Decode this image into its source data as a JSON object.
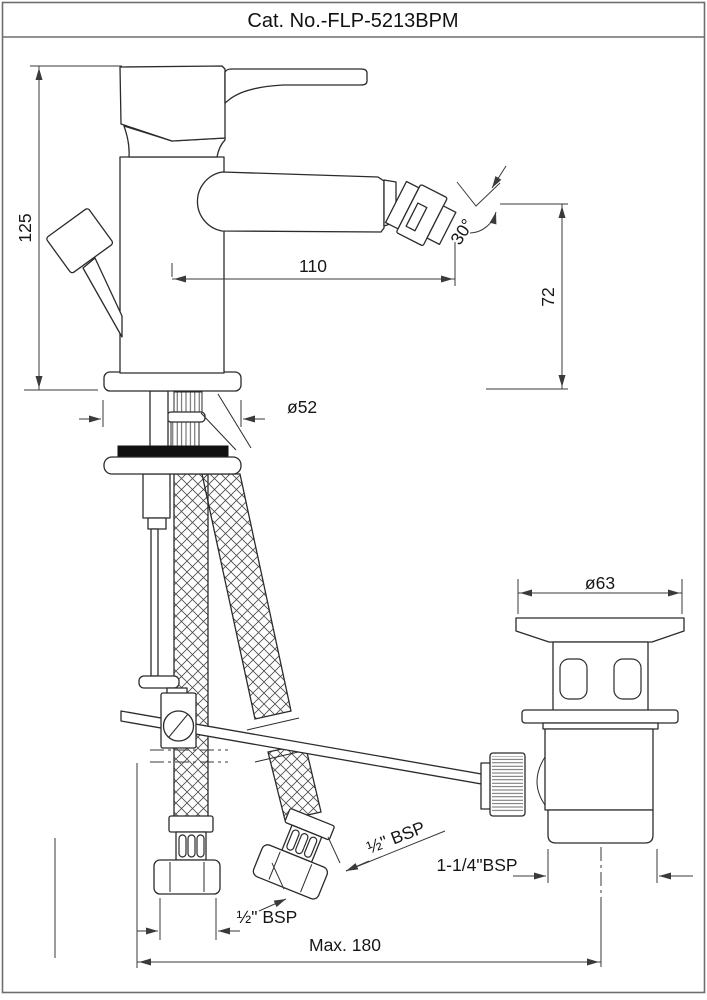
{
  "title": "Cat. No.-FLP-5213BPM",
  "dims": {
    "total_height": "125",
    "spout_reach": "110",
    "spout_height": "72",
    "aerator_angle": "30°",
    "base_diameter": "ø52",
    "waste_flange_diameter": "ø63",
    "inlet_hose_vertical": "½\" BSP",
    "inlet_hose_diagonal": "½\" BSP",
    "waste_thread": "1-1/4\"BSP",
    "max_rod_reach": "Max. 180"
  },
  "colors": {
    "line": "#2b2b2b",
    "dimension": "#3a3a3a",
    "background": "#ffffff",
    "gasket": "#111111"
  }
}
